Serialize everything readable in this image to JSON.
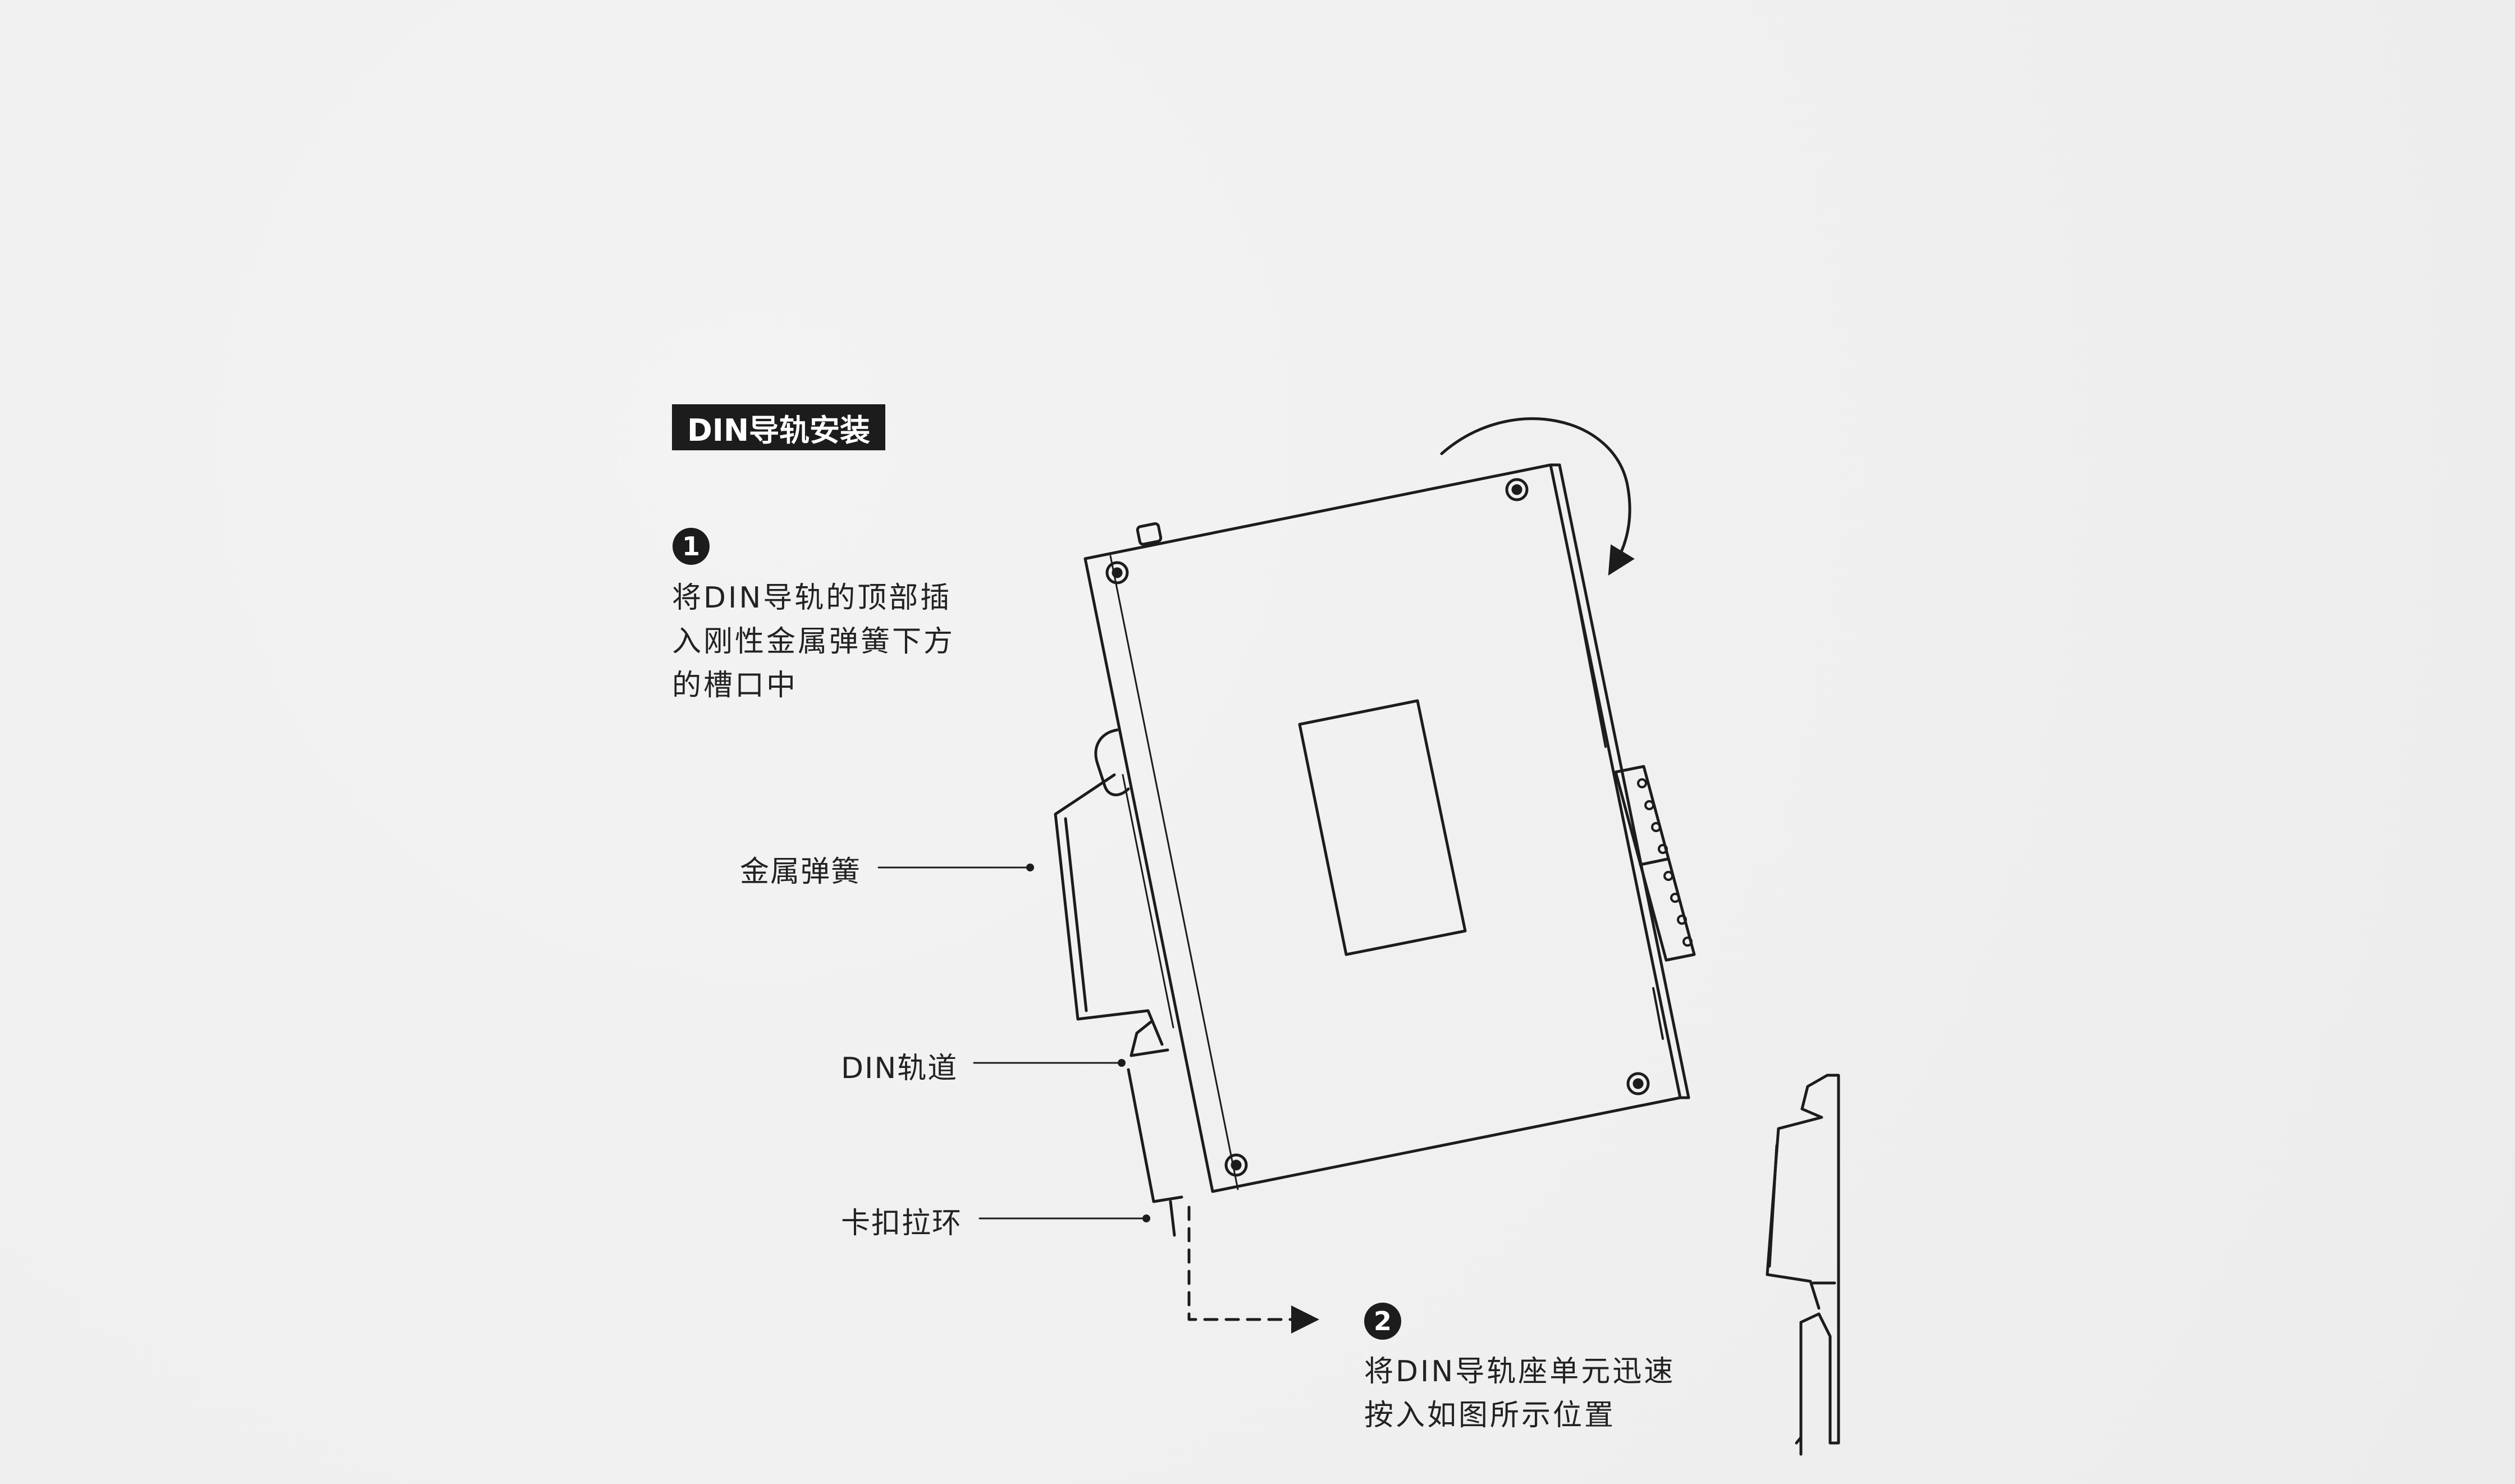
{
  "title": "DIN导轨安装",
  "steps": [
    {
      "number": "1",
      "lines": [
        "将DIN导轨的顶部插",
        "入刚性金属弹簧下方",
        "的槽口中"
      ]
    },
    {
      "number": "2",
      "lines": [
        "将DIN导轨座单元迅速",
        "按入如图所示位置"
      ]
    }
  ],
  "labels": {
    "spring": "金属弹簧",
    "rail": "DIN轨道",
    "latch": "卡扣拉环"
  }
}
